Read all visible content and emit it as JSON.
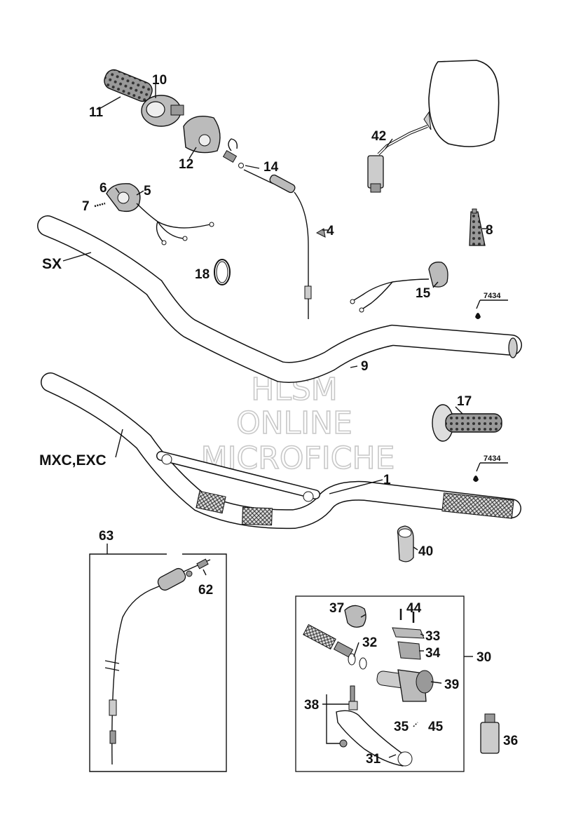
{
  "watermark": {
    "line1": "HLSM",
    "line2": "ONLINE",
    "line3": "MICROFICHE"
  },
  "variants": {
    "sx": "SX",
    "mxc_exc": "MXC,EXC"
  },
  "reference_codes": {
    "upper": "7434",
    "lower": "7434"
  },
  "callouts": {
    "p1": "1",
    "p4": "4",
    "p5": "5",
    "p6": "6",
    "p7": "7",
    "p8": "8",
    "p9": "9",
    "p10": "10",
    "p11": "11",
    "p12": "12",
    "p14": "14",
    "p15": "15",
    "p17": "17",
    "p18": "18",
    "p30": "30",
    "p31": "31",
    "p32": "32",
    "p33": "33",
    "p34": "34",
    "p35": "35",
    "p36": "36",
    "p37": "37",
    "p38": "38",
    "p39": "39",
    "p40": "40",
    "p42": "42",
    "p44": "44",
    "p45": "45",
    "p62": "62",
    "p63": "63"
  }
}
